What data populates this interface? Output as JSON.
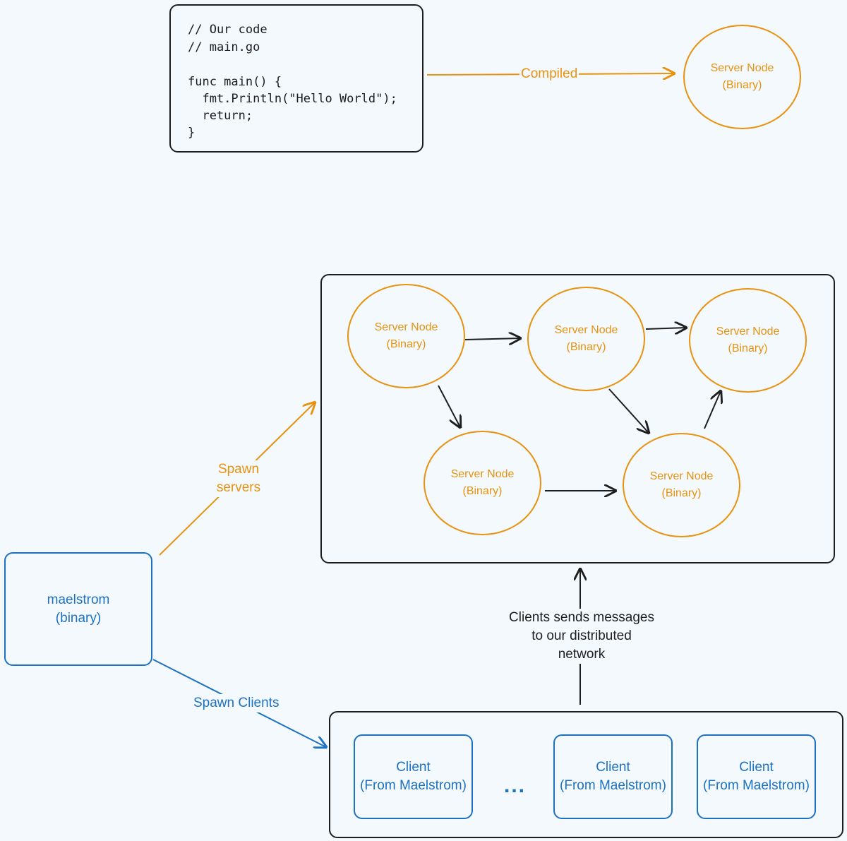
{
  "code_block": {
    "lines": [
      "// Our code",
      "// main.go",
      "",
      "func main() {",
      "  fmt.Println(\"Hello World\");",
      "  return;",
      "}"
    ]
  },
  "compiled_label": "Compiled",
  "compiled_node": {
    "line1": "Server Node",
    "line2": "(Binary)"
  },
  "server_nodes": [
    {
      "line1": "Server Node",
      "line2": "(Binary)"
    },
    {
      "line1": "Server Node",
      "line2": "(Binary)"
    },
    {
      "line1": "Server Node",
      "line2": "(Binary)"
    },
    {
      "line1": "Server Node",
      "line2": "(Binary)"
    },
    {
      "line1": "Server Node",
      "line2": "(Binary)"
    }
  ],
  "maelstrom": {
    "line1": "maelstrom",
    "line2": "(binary)"
  },
  "spawn_servers": {
    "line1": "Spawn",
    "line2": "servers"
  },
  "spawn_clients_label": "Spawn Clients",
  "clients_message": {
    "line1": "Clients sends messages",
    "line2": "to our distributed",
    "line3": "network"
  },
  "clients": [
    {
      "line1": "Client",
      "line2": "(From Maelstrom)"
    },
    {
      "line1": "Client",
      "line2": "(From Maelstrom)"
    },
    {
      "line1": "Client",
      "line2": "(From Maelstrom)"
    }
  ],
  "ellipsis": "...",
  "colors": {
    "orange": "#e8920f",
    "blue": "#1c71c1",
    "dark": "#1e1e1e",
    "background": "#f4f9fe"
  }
}
